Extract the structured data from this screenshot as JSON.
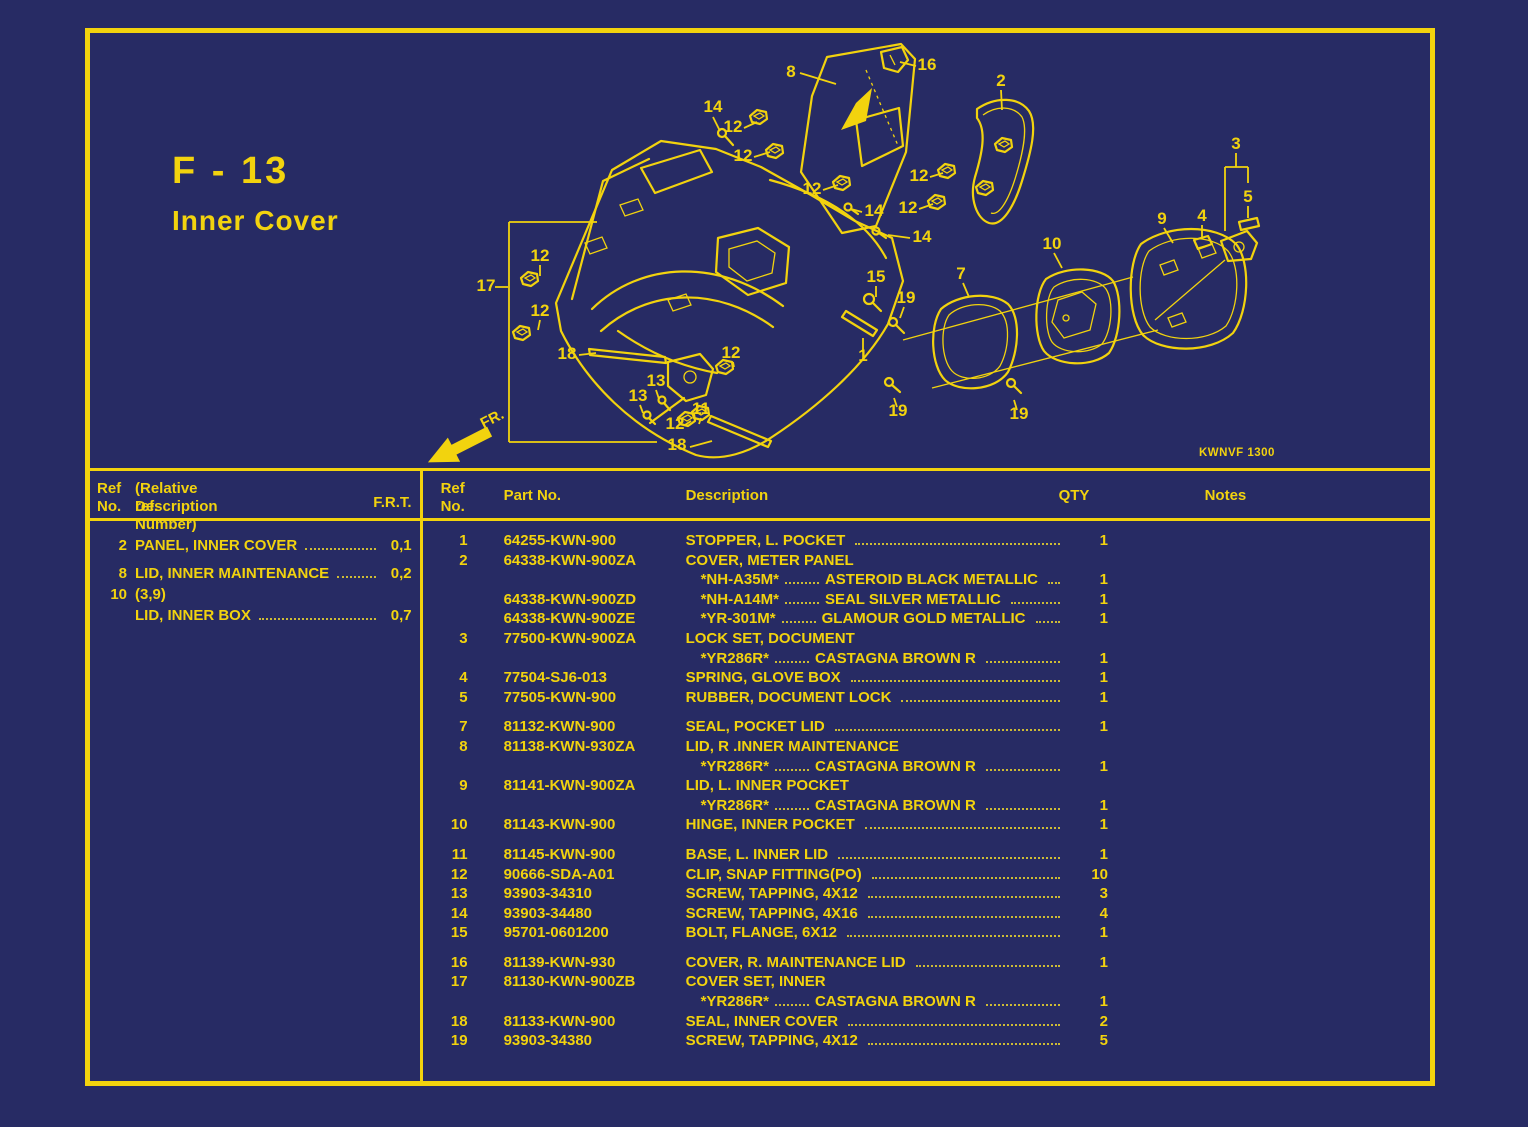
{
  "page": {
    "code": "F - 13",
    "title": "Inner Cover"
  },
  "colors": {
    "background": "#272b64",
    "ink": "#f2d30e"
  },
  "left_table": {
    "headers": {
      "ref_line1": "Ref",
      "ref_line2": "No.",
      "desc_line1": "(Relative ref. Number)",
      "desc_line2": "Description",
      "frt": "F.R.T."
    },
    "rows": [
      {
        "ref": "2",
        "desc": "PANEL, INNER COVER",
        "frt": "0,1",
        "cls": ""
      },
      {
        "ref": "8",
        "desc": "LID, INNER MAINTENANCE",
        "frt": "0,2",
        "cls": "gap"
      },
      {
        "ref": "10",
        "desc": "(3,9)",
        "frt": "",
        "cls": "head"
      },
      {
        "ref": "",
        "desc": "LID, INNER BOX",
        "frt": "0,7",
        "cls": ""
      }
    ]
  },
  "parts_table": {
    "headers": {
      "ref_line1": "Ref",
      "ref_line2": "No.",
      "part": "Part No.",
      "desc": "Description",
      "qty": "QTY",
      "notes": "Notes"
    },
    "rows": [
      {
        "ref": "1",
        "part": "64255-KWN-900",
        "code": "",
        "desc": "STOPPER, L. POCKET",
        "qty": "1",
        "cls": ""
      },
      {
        "ref": "2",
        "part": "64338-KWN-900ZA",
        "code": "",
        "desc": "COVER, METER PANEL",
        "qty": "",
        "cls": "head"
      },
      {
        "ref": "",
        "part": "",
        "code": "*NH-A35M*",
        "desc": "ASTEROID BLACK METALLIC",
        "qty": "1",
        "cls": "color"
      },
      {
        "ref": "",
        "part": "64338-KWN-900ZD",
        "code": "*NH-A14M*",
        "desc": "SEAL SILVER METALLIC",
        "qty": "1",
        "cls": "color"
      },
      {
        "ref": "",
        "part": "64338-KWN-900ZE",
        "code": "*YR-301M*",
        "desc": "GLAMOUR GOLD METALLIC",
        "qty": "1",
        "cls": "color"
      },
      {
        "ref": "3",
        "part": "77500-KWN-900ZA",
        "code": "",
        "desc": "LOCK SET, DOCUMENT",
        "qty": "",
        "cls": "head"
      },
      {
        "ref": "",
        "part": "",
        "code": "*YR286R*",
        "desc": "CASTAGNA BROWN R",
        "qty": "1",
        "cls": "color"
      },
      {
        "ref": "4",
        "part": "77504-SJ6-013",
        "code": "",
        "desc": "SPRING, GLOVE BOX",
        "qty": "1",
        "cls": ""
      },
      {
        "ref": "5",
        "part": "77505-KWN-900",
        "code": "",
        "desc": "RUBBER, DOCUMENT LOCK",
        "qty": "1",
        "cls": ""
      },
      {
        "ref": "7",
        "part": "81132-KWN-900",
        "code": "",
        "desc": "SEAL, POCKET LID",
        "qty": "1",
        "cls": "gap"
      },
      {
        "ref": "8",
        "part": "81138-KWN-930ZA",
        "code": "",
        "desc": "LID, R .INNER MAINTENANCE",
        "qty": "",
        "cls": "head"
      },
      {
        "ref": "",
        "part": "",
        "code": "*YR286R*",
        "desc": "CASTAGNA BROWN R",
        "qty": "1",
        "cls": "color"
      },
      {
        "ref": "9",
        "part": "81141-KWN-900ZA",
        "code": "",
        "desc": "LID, L. INNER POCKET",
        "qty": "",
        "cls": "head"
      },
      {
        "ref": "",
        "part": "",
        "code": "*YR286R*",
        "desc": "CASTAGNA BROWN R",
        "qty": "1",
        "cls": "color"
      },
      {
        "ref": "10",
        "part": "81143-KWN-900",
        "code": "",
        "desc": "HINGE, INNER POCKET",
        "qty": "1",
        "cls": ""
      },
      {
        "ref": "11",
        "part": "81145-KWN-900",
        "code": "",
        "desc": "BASE, L. INNER LID",
        "qty": "1",
        "cls": "gap"
      },
      {
        "ref": "12",
        "part": "90666-SDA-A01",
        "code": "",
        "desc": "CLIP, SNAP FITTING(PO)",
        "qty": "10",
        "cls": ""
      },
      {
        "ref": "13",
        "part": "93903-34310",
        "code": "",
        "desc": "SCREW, TAPPING, 4X12",
        "qty": "3",
        "cls": ""
      },
      {
        "ref": "14",
        "part": "93903-34480",
        "code": "",
        "desc": "SCREW, TAPPING, 4X16",
        "qty": "4",
        "cls": ""
      },
      {
        "ref": "15",
        "part": "95701-0601200",
        "code": "",
        "desc": "BOLT, FLANGE, 6X12",
        "qty": "1",
        "cls": ""
      },
      {
        "ref": "16",
        "part": "81139-KWN-930",
        "code": "",
        "desc": "COVER, R. MAINTENANCE LID",
        "qty": "1",
        "cls": "gap"
      },
      {
        "ref": "17",
        "part": "81130-KWN-900ZB",
        "code": "",
        "desc": "COVER SET, INNER",
        "qty": "",
        "cls": "head"
      },
      {
        "ref": "",
        "part": "",
        "code": "*YR286R*",
        "desc": "CASTAGNA BROWN R",
        "qty": "1",
        "cls": "color"
      },
      {
        "ref": "18",
        "part": "81133-KWN-900",
        "code": "",
        "desc": "SEAL, INNER COVER",
        "qty": "2",
        "cls": ""
      },
      {
        "ref": "19",
        "part": "93903-34380",
        "code": "",
        "desc": "SCREW, TAPPING, 4X12",
        "qty": "5",
        "cls": ""
      }
    ]
  },
  "diagram": {
    "plate_code": "KWNVF 1300",
    "fr_label": "FR.",
    "callouts": [
      {
        "n": "8"
      },
      {
        "n": "16"
      },
      {
        "n": "2"
      },
      {
        "n": "14"
      },
      {
        "n": "12"
      },
      {
        "n": "12"
      },
      {
        "n": "12"
      },
      {
        "n": "12"
      },
      {
        "n": "12"
      },
      {
        "n": "14"
      },
      {
        "n": "14"
      },
      {
        "n": "3"
      },
      {
        "n": "5"
      },
      {
        "n": "4"
      },
      {
        "n": "9"
      },
      {
        "n": "10"
      },
      {
        "n": "7"
      },
      {
        "n": "15"
      },
      {
        "n": "19"
      },
      {
        "n": "1"
      },
      {
        "n": "17"
      },
      {
        "n": "12"
      },
      {
        "n": "12"
      },
      {
        "n": "18"
      },
      {
        "n": "13"
      },
      {
        "n": "13"
      },
      {
        "n": "11"
      },
      {
        "n": "12"
      },
      {
        "n": "18"
      },
      {
        "n": "19"
      },
      {
        "n": "19"
      },
      {
        "n": "12"
      }
    ]
  }
}
